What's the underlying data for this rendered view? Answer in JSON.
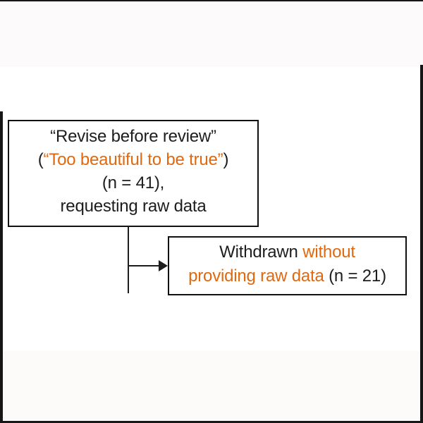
{
  "figure": {
    "type": "flowchart-fragment",
    "colors": {
      "orange": "#E0680F",
      "black": "#1d1d1d",
      "frame": "#161616",
      "box_border": "#111111"
    },
    "box1": {
      "line1": "“Revise before review”",
      "line2_open_paren": "(",
      "line2_orange": "“Too beautiful to be true”",
      "line2_close_paren": ")",
      "line3": "(n = 41),",
      "line4": "requesting raw data"
    },
    "box2": {
      "line1_black": "Withdrawn ",
      "line1_orange": "without",
      "line2_orange": "providing raw data ",
      "line2_black": "(n = 21)"
    },
    "connector": {
      "shape": "elbow-right-arrow",
      "from": "box1-bottom",
      "to": "box2-left"
    }
  }
}
